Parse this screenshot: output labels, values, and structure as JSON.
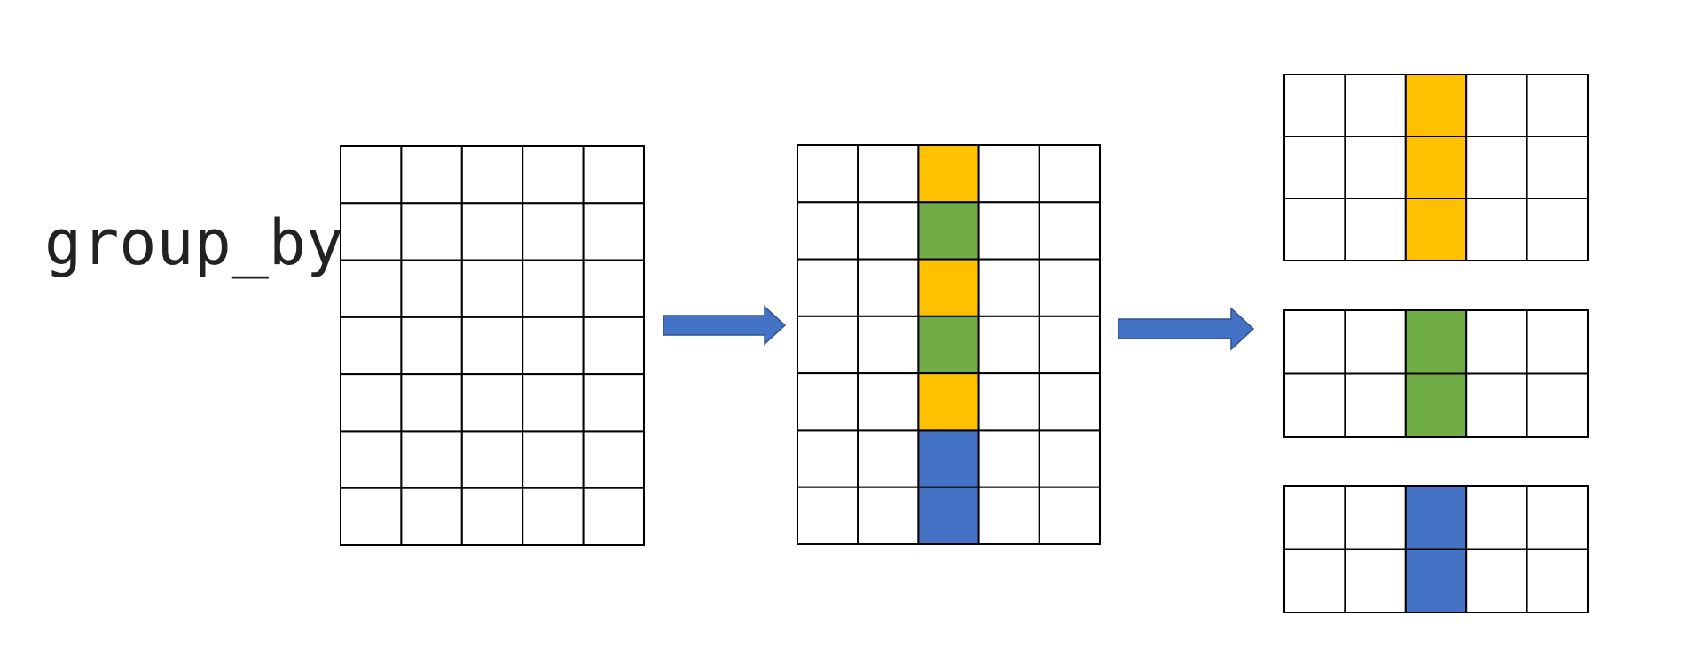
{
  "label": "group_by",
  "colors": {
    "empty": "#ffffff",
    "border": "#000000",
    "yellow": "#ffc000",
    "green": "#70ad47",
    "blue": "#4472c4",
    "arrow": "#4472c4",
    "arrow_stroke": "#2f528f"
  },
  "tables": [
    {
      "name": "input-table",
      "rows": 7,
      "cols": 5,
      "highlight_col": 2,
      "fills": [
        "empty",
        "empty",
        "empty",
        "empty",
        "empty",
        "empty",
        "empty"
      ]
    },
    {
      "name": "keyed-table",
      "rows": 7,
      "cols": 5,
      "highlight_col": 2,
      "fills": [
        "yellow",
        "green",
        "yellow",
        "green",
        "yellow",
        "blue",
        "blue"
      ]
    },
    {
      "name": "group-yellow-table",
      "rows": 3,
      "cols": 5,
      "highlight_col": 2,
      "fills": [
        "yellow",
        "yellow",
        "yellow"
      ]
    },
    {
      "name": "group-green-table",
      "rows": 2,
      "cols": 5,
      "highlight_col": 2,
      "fills": [
        "green",
        "green"
      ]
    },
    {
      "name": "group-blue-table",
      "rows": 2,
      "cols": 5,
      "highlight_col": 2,
      "fills": [
        "blue",
        "blue"
      ]
    }
  ]
}
